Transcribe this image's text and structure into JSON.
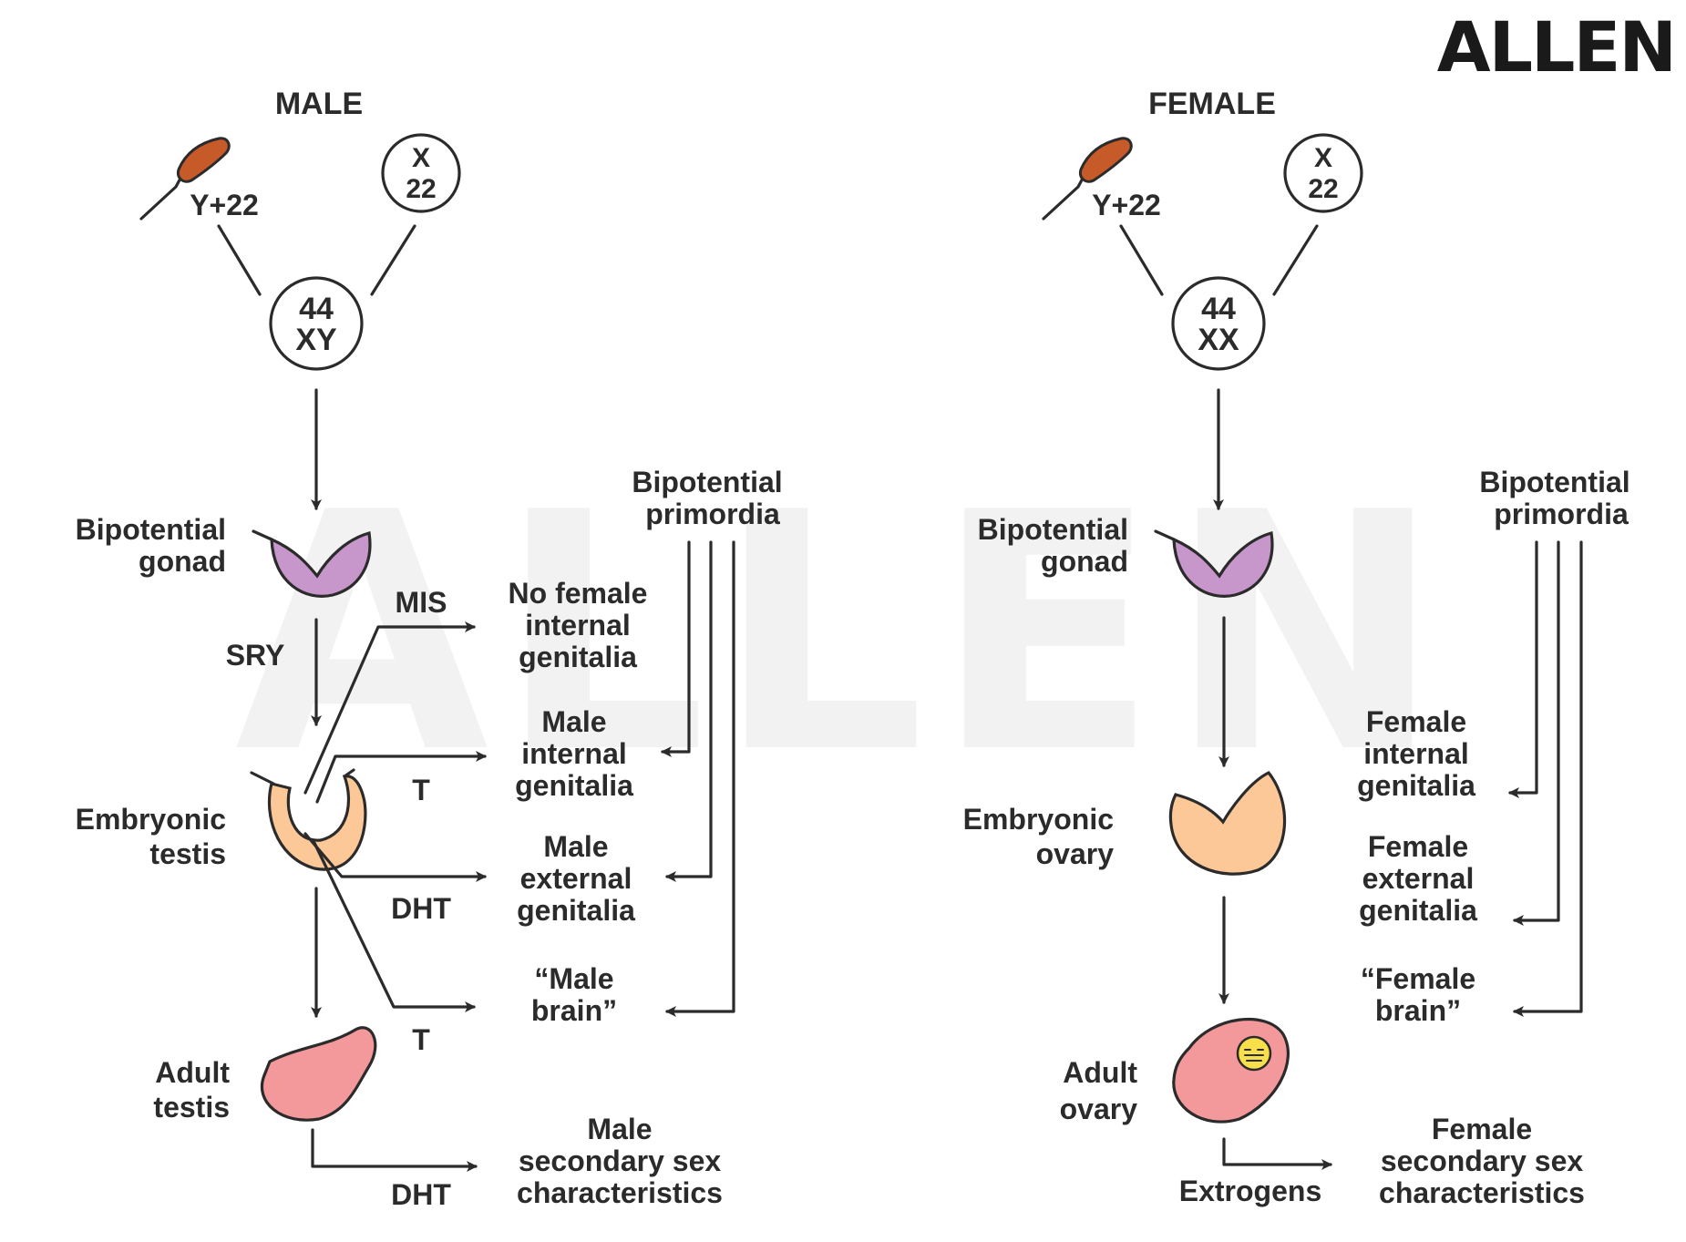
{
  "logo": "ALLEN",
  "watermark": "ALLEN",
  "colors": {
    "ink": "#2b2b2b",
    "gonad_purple": "#c797cc",
    "embryonic_peach": "#fcc898",
    "adult_pink": "#f4999b",
    "sperm_brown": "#c75a29",
    "oocyte_yellow": "#f9e04b"
  },
  "male": {
    "heading": "MALE",
    "sperm_label": "Y+22",
    "egg_line1": "X",
    "egg_line2": "22",
    "zygote_line1": "44",
    "zygote_line2": "XY",
    "gonad_label_1": "Bipotential",
    "gonad_label_2": "gonad",
    "sry": "SRY",
    "embryonic_label_1": "Embryonic",
    "embryonic_label_2": "testis",
    "adult_label_1": "Adult",
    "adult_label_2": "testis",
    "mis": "MIS",
    "t1": "T",
    "dht1": "DHT",
    "t2": "T",
    "dht2": "DHT",
    "primordia_1": "Bipotential",
    "primordia_2": "primordia",
    "out1": [
      "No female",
      "internal",
      "genitalia"
    ],
    "out2": [
      "Male",
      "internal",
      "genitalia"
    ],
    "out3": [
      "Male",
      "external",
      "genitalia"
    ],
    "out4": [
      "“Male",
      "brain”"
    ],
    "secondary": [
      "Male",
      "secondary sex",
      "characteristics"
    ]
  },
  "female": {
    "heading": "FEMALE",
    "sperm_label": "Y+22",
    "egg_line1": "X",
    "egg_line2": "22",
    "zygote_line1": "44",
    "zygote_line2": "XX",
    "gonad_label_1": "Bipotential",
    "gonad_label_2": "gonad",
    "embryonic_label_1": "Embryonic",
    "embryonic_label_2": "ovary",
    "adult_label_1": "Adult",
    "adult_label_2": "ovary",
    "hormone": "Extrogens",
    "primordia_1": "Bipotential",
    "primordia_2": "primordia",
    "out2": [
      "Female",
      "internal",
      "genitalia"
    ],
    "out3": [
      "Female",
      "external",
      "genitalia"
    ],
    "out4": [
      "“Female",
      "brain”"
    ],
    "secondary": [
      "Female",
      "secondary sex",
      "characteristics"
    ]
  }
}
